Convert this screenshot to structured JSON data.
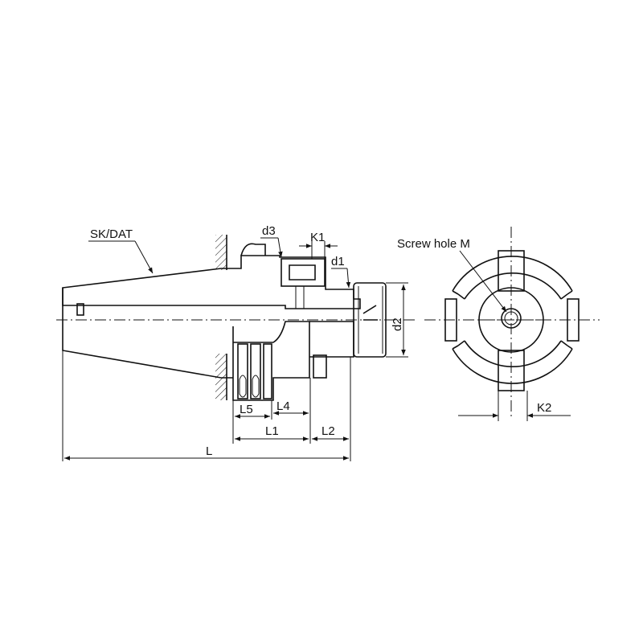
{
  "labels": {
    "sk_dat": "SK/DAT",
    "d3": "d3",
    "k1": "K1",
    "d1": "d1",
    "d2": "d2",
    "l5": "L5",
    "l4": "L4",
    "l1": "L1",
    "l2": "L2",
    "l": "L",
    "screw_hole": "Screw hole M",
    "k2": "K2"
  },
  "colors": {
    "line": "#111111",
    "background": "#ffffff"
  }
}
